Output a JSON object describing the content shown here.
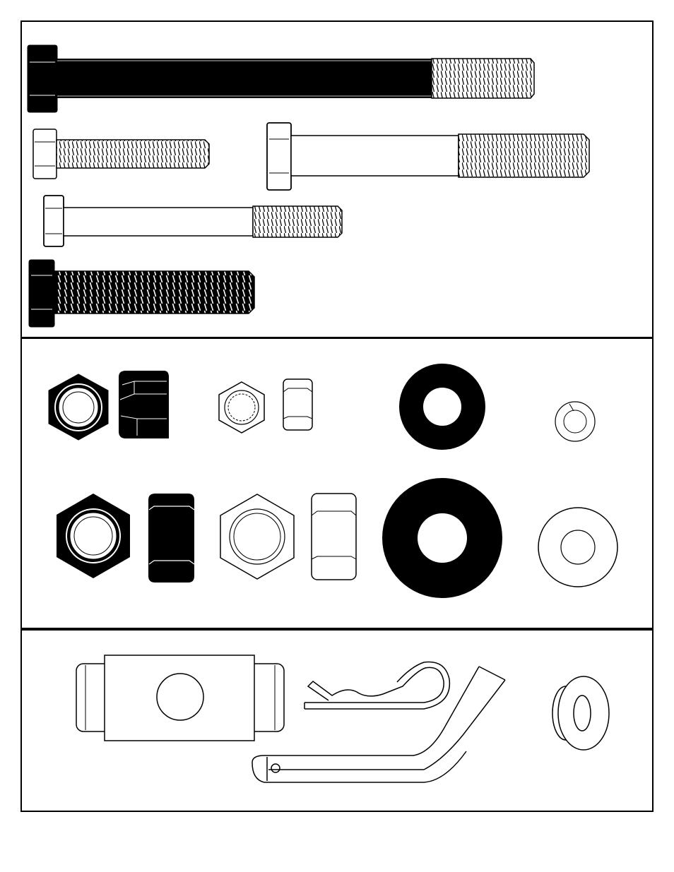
{
  "sections": [
    {
      "id": "bolts",
      "header_label": "",
      "items": [
        "large-black-bolt",
        "small-threaded-bolt",
        "long-shank-bolt",
        "medium-shank-bolt",
        "black-coarse-bolt"
      ]
    },
    {
      "id": "nuts-washers",
      "header_label": "",
      "items": [
        "small-lock-nut",
        "small-hex-nut",
        "small-black-washer",
        "small-lock-washer",
        "large-lock-nut",
        "large-hex-nut",
        "large-black-washer",
        "large-flat-washer"
      ]
    },
    {
      "id": "pins",
      "header_label": "",
      "items": [
        "hitch-pin-block",
        "hairpin-clip",
        "bent-pin",
        "grommet"
      ]
    }
  ],
  "colors": {
    "ink": "#000000",
    "paper": "#ffffff"
  }
}
